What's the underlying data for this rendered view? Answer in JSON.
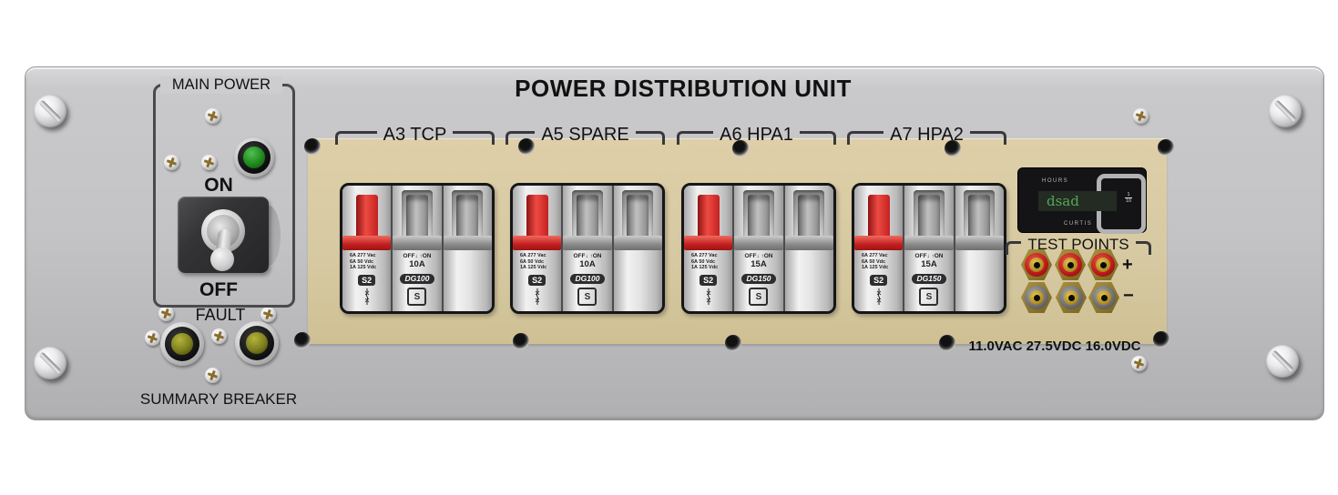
{
  "title": "POWER DISTRIBUTION UNIT",
  "main_power": {
    "label": "MAIN POWER",
    "on": "ON",
    "off": "OFF",
    "switch_state": "OFF"
  },
  "fault": {
    "label": "FAULT"
  },
  "summary_breaker_label": "SUMMARY BREAKER",
  "breaker_groups": [
    {
      "label": "A3 TCP",
      "amp": "10A",
      "model": "DG100"
    },
    {
      "label": "A5 SPARE",
      "amp": "10A",
      "model": "DG100"
    },
    {
      "label": "A6 HPA1",
      "amp": "15A",
      "model": "DG150"
    },
    {
      "label": "A7 HPA2",
      "amp": "15A",
      "model": "DG150"
    }
  ],
  "breaker_common": {
    "ratings": [
      "6A 277 Vac",
      "6A 50 Vdc",
      "1A 125 Vdc"
    ],
    "series_badge": "S2",
    "off_on": "OFF↓ ↑ON",
    "maker_logo": "S"
  },
  "hour_meter": {
    "hours_label": "HOURS",
    "value": "dsad",
    "brand": "CURTIS",
    "fraction_numerator": "1",
    "fraction_denominator": "10"
  },
  "test_points": {
    "label": "TEST POINTS",
    "plus": "+",
    "minus": "−"
  },
  "voltage_text": "11.0VAC 27.5VDC 16.0VDC",
  "colors": {
    "panel_gray": "#c4c4c6",
    "sub_panel_tan": "#d6c9a1",
    "breaker_handle_red": "#d93a30",
    "led_green": "#1f8a1f",
    "fault_lamp_olive": "#7e7e1e",
    "meter_text_green": "#55a855",
    "jack_plus_red": "#b81818",
    "jack_minus_gray": "#6c6c6c"
  }
}
